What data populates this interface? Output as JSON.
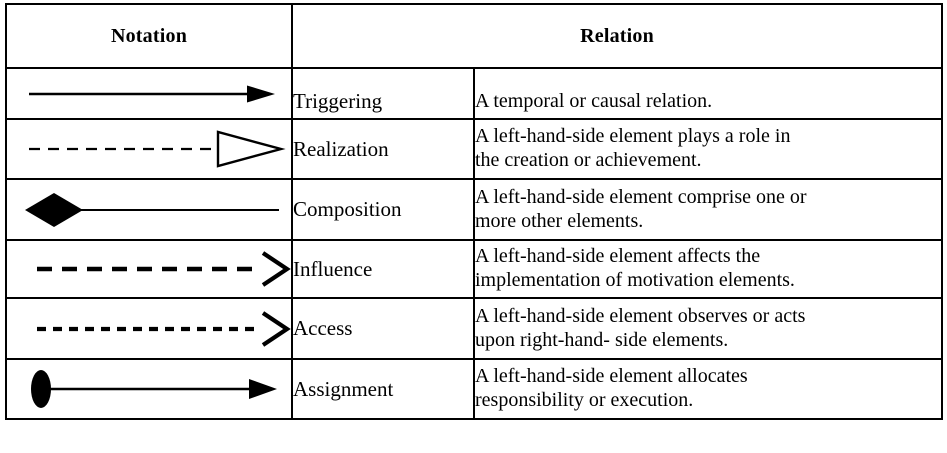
{
  "table": {
    "headers": {
      "notation": "Notation",
      "relation": "Relation"
    },
    "rows": [
      {
        "notation_icon": "solid-line-filled-arrow-icon",
        "name": "Triggering",
        "description_lines": [
          "A temporal or causal relation."
        ]
      },
      {
        "notation_icon": "dashed-line-hollow-triangle-arrow-icon",
        "name": "Realization",
        "description_lines": [
          "A left-hand-side element plays a role in",
          "the creation or achievement."
        ]
      },
      {
        "notation_icon": "filled-diamond-line-icon",
        "name": "Composition",
        "description_lines": [
          "A left-hand-side element comprise one or",
          "more other elements."
        ]
      },
      {
        "notation_icon": "dashed-line-open-arrow-icon",
        "name": "Influence",
        "description_lines": [
          "A left-hand-side element affects the",
          "implementation of motivation elements."
        ]
      },
      {
        "notation_icon": "dotted-line-open-arrow-icon",
        "name": "Access",
        "description_lines": [
          "A left-hand-side element observes or acts",
          "upon right-hand- side elements."
        ]
      },
      {
        "notation_icon": "filled-ellipse-line-filled-arrow-icon",
        "name": "Assignment",
        "description_lines": [
          "A left-hand-side element allocates",
          "responsibility or   execution."
        ]
      }
    ]
  },
  "colors": {
    "line": "#000000",
    "border": "#000000",
    "background": "#ffffff",
    "text": "#000000"
  }
}
